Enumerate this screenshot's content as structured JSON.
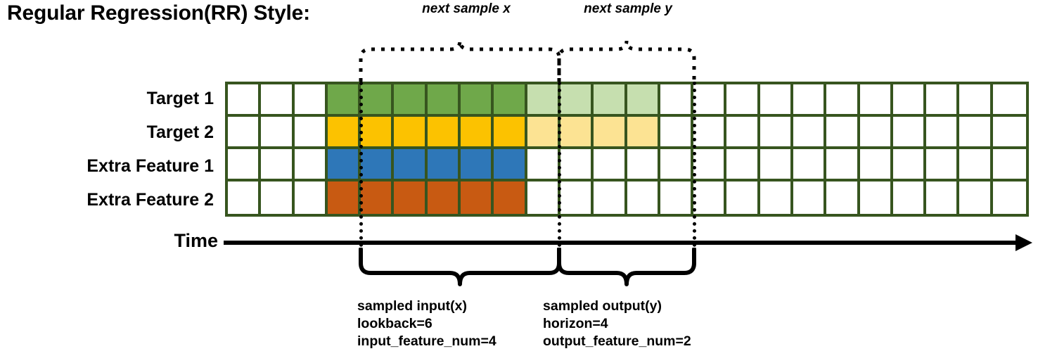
{
  "title": "Regular Regression(RR) Style:",
  "annotations": {
    "next_sample_x": "next sample x",
    "next_sample_y": "next sample y"
  },
  "rows": [
    {
      "label": "Target 1",
      "color_name": "green",
      "color": "#6FA84A",
      "light_color": "#C6DFAF"
    },
    {
      "label": "Target 2",
      "color_name": "gold",
      "color": "#FCC200",
      "light_color": "#FCE393"
    },
    {
      "label": "Extra Feature 1",
      "color_name": "blue",
      "color": "#2E77B8",
      "light_color": null
    },
    {
      "label": "Extra Feature 2",
      "color_name": "orange",
      "color": "#C85A12",
      "light_color": null
    }
  ],
  "grid": {
    "total_columns": 24,
    "lead_white_columns": 3,
    "input_columns": 6,
    "output_columns": 4,
    "trail_white_columns": 11,
    "border_color": "#37551F"
  },
  "time_axis": {
    "label": "Time"
  },
  "captions": {
    "input": {
      "line1": "sampled input(x)",
      "line2": "lookback=6",
      "line3": "input_feature_num=4"
    },
    "output": {
      "line1": "sampled output(y)",
      "line2": "horizon=4",
      "line3": "output_feature_num=2"
    }
  }
}
